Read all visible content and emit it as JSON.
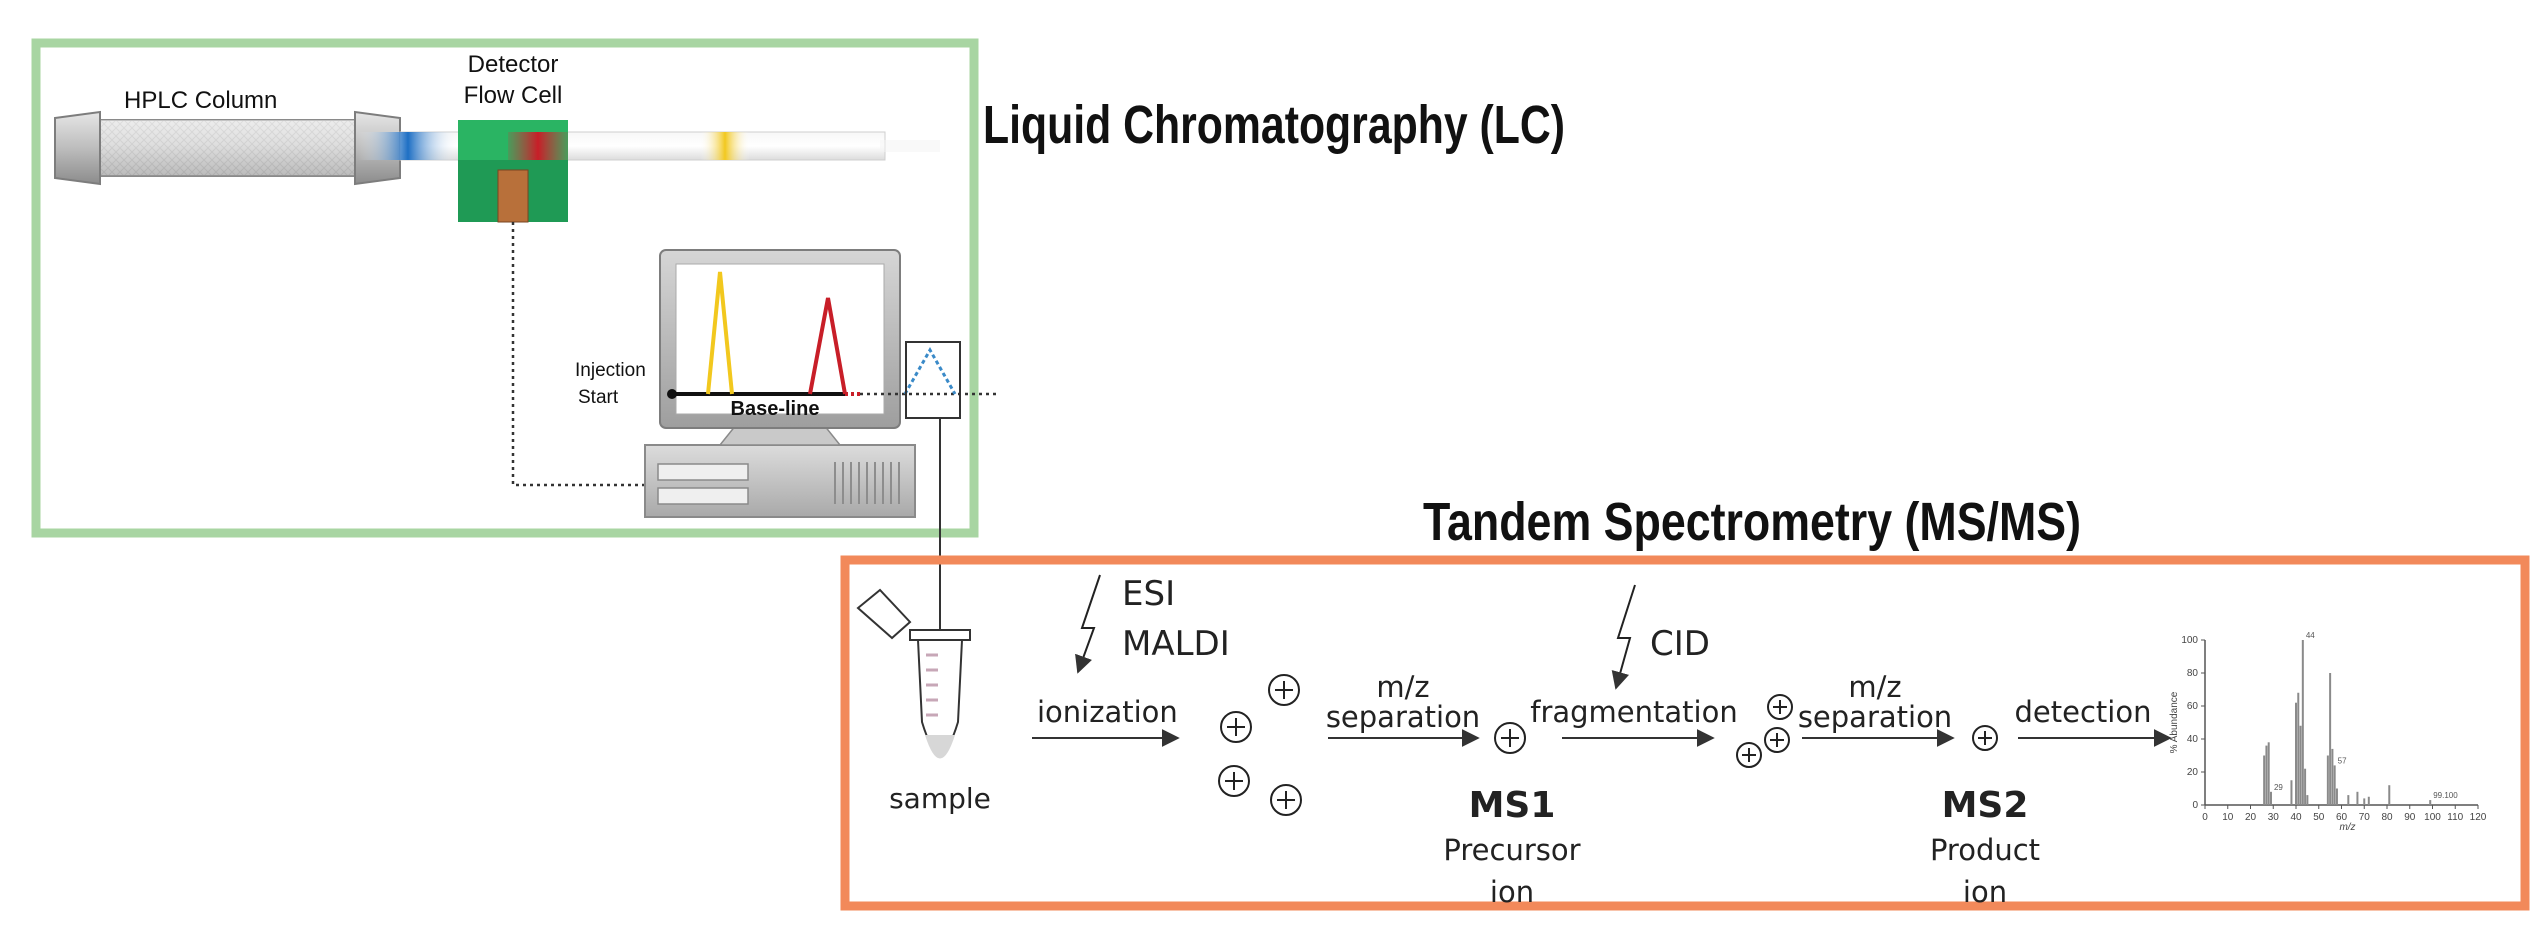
{
  "lc": {
    "title": "Liquid Chromatography (LC)",
    "column_label": "HPLC Column",
    "detector_label_line1": "Detector",
    "detector_label_line2": "Flow Cell",
    "injection_line1": "Injection",
    "injection_line2": "Start",
    "baseline_label": "Base-line",
    "box_color": "#a8d5a2"
  },
  "ms": {
    "title": "Tandem Spectrometry (MS/MS)",
    "box_color": "#f2895a",
    "sample_label": "sample",
    "ion_sources": [
      "ESI",
      "MALDI"
    ],
    "ionization_label": "ionization",
    "mz_sep_1_line1": "m/z",
    "mz_sep_1_line2": "separation",
    "ms1_label": "MS1",
    "precursor_line1": "Precursor",
    "precursor_line2": "ion",
    "cid_label": "CID",
    "fragmentation_label": "fragmentation",
    "mz_sep_2_line1": "m/z",
    "mz_sep_2_line2": "separation",
    "ms2_label": "MS2",
    "product_line1": "Product",
    "product_line2": "ion",
    "detection_label": "detection"
  },
  "chart_data": {
    "type": "bar",
    "ylabel": "% Abundance",
    "xlabel": "m/z",
    "xlim": [
      0,
      120
    ],
    "ylim": [
      0,
      100
    ],
    "x_ticks": [
      "0",
      "10",
      "20",
      "30",
      "40",
      "50",
      "60",
      "70",
      "80",
      "90",
      "100",
      "110",
      "120"
    ],
    "y_ticks": [
      "0",
      "20",
      "40",
      "60",
      "80",
      "100"
    ],
    "x": [
      26,
      27,
      28,
      29,
      38,
      40,
      41,
      42,
      43,
      44,
      45,
      54,
      55,
      56,
      57,
      58,
      63,
      67,
      70,
      72,
      81,
      99
    ],
    "values": [
      30,
      36,
      38,
      8,
      15,
      62,
      68,
      48,
      100,
      22,
      6,
      30,
      80,
      34,
      24,
      10,
      6,
      8,
      4,
      5,
      12,
      3
    ],
    "peak_labels": [
      {
        "x": 29,
        "text": "29"
      },
      {
        "x": 43,
        "text": "44"
      },
      {
        "x": 57,
        "text": "57"
      },
      {
        "x": 99,
        "text": "99.100"
      }
    ]
  }
}
